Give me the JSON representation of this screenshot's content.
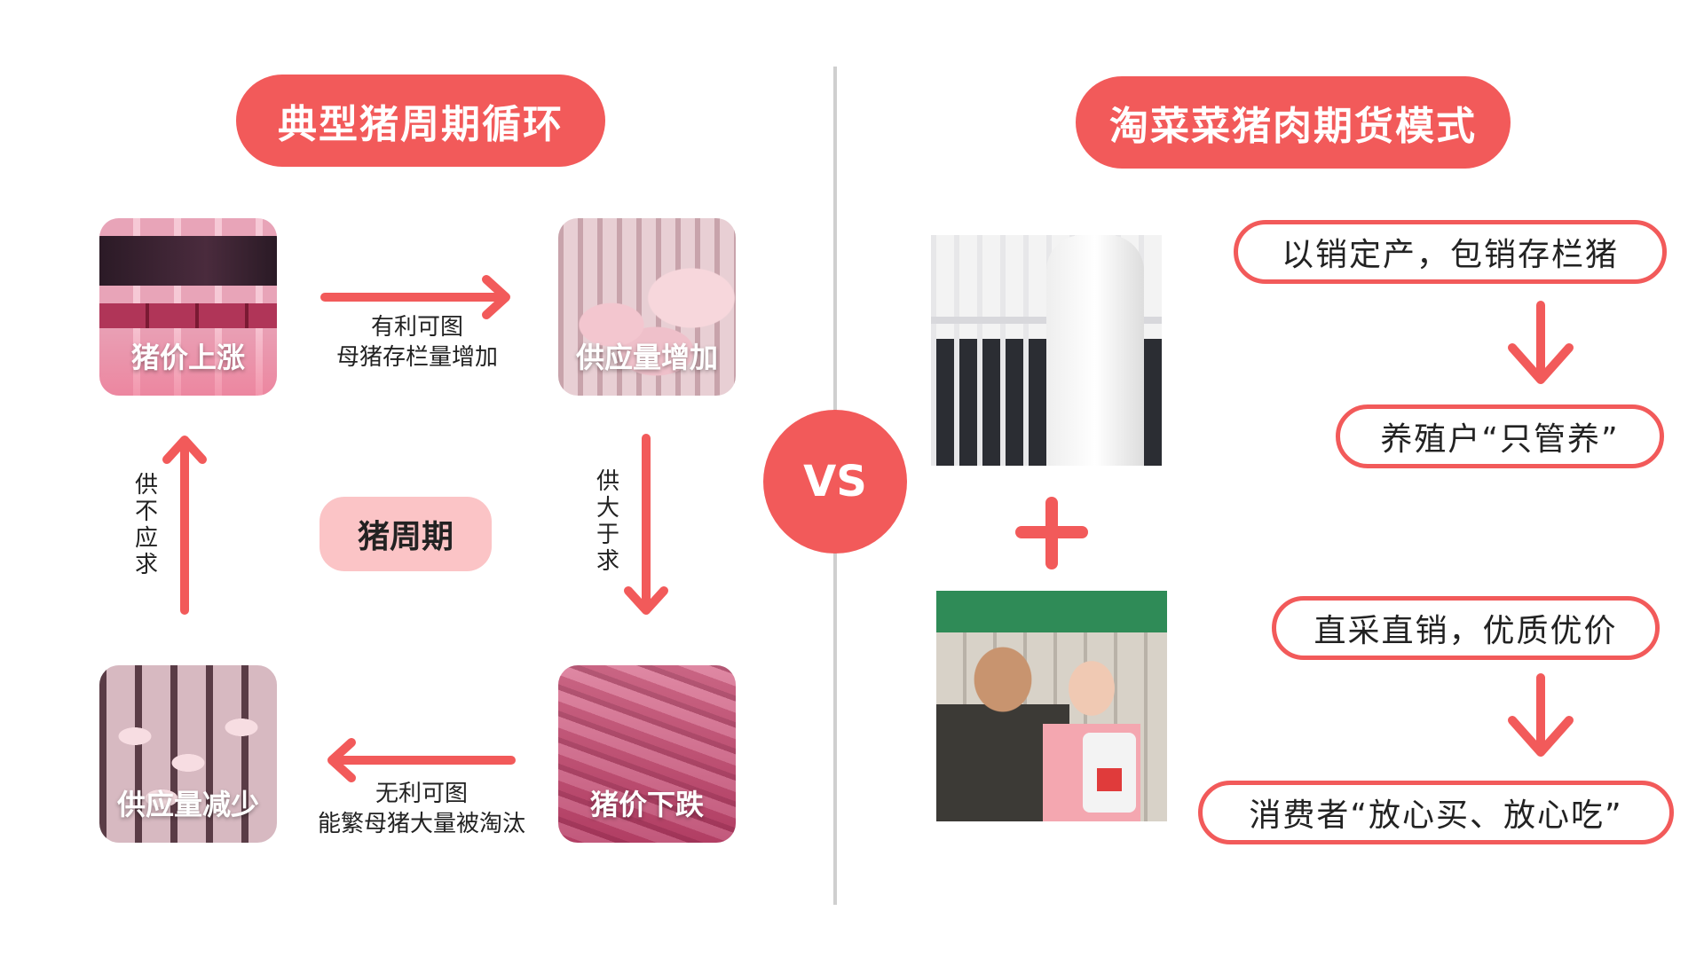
{
  "left_panel": {
    "title": "典型猪周期循环",
    "center_label": "猪周期",
    "nodes": {
      "price_rise": "猪价上涨",
      "supply_increase": "供应量增加",
      "price_fall": "猪价下跌",
      "supply_decrease": "供应量减少"
    },
    "edges": {
      "top_line1": "有利可图",
      "top_line2": "母猪存栏量增加",
      "right": "供大于求",
      "bottom_line1": "无利可图",
      "bottom_line2": "能繁母猪大量被淘汰",
      "left": "供不应求"
    }
  },
  "vs_label": "VS",
  "right_panel": {
    "title": "淘菜菜猪肉期货模式",
    "step1": "以销定产，包销存栏猪",
    "step2": "养殖户“只管养”",
    "step3": "直采直销，优质优价",
    "step4": "消费者“放心买、放心吃”"
  },
  "colors": {
    "accent": "#f25a5a",
    "center_pill": "#fbc4c6",
    "divider": "#cfcfcf"
  }
}
